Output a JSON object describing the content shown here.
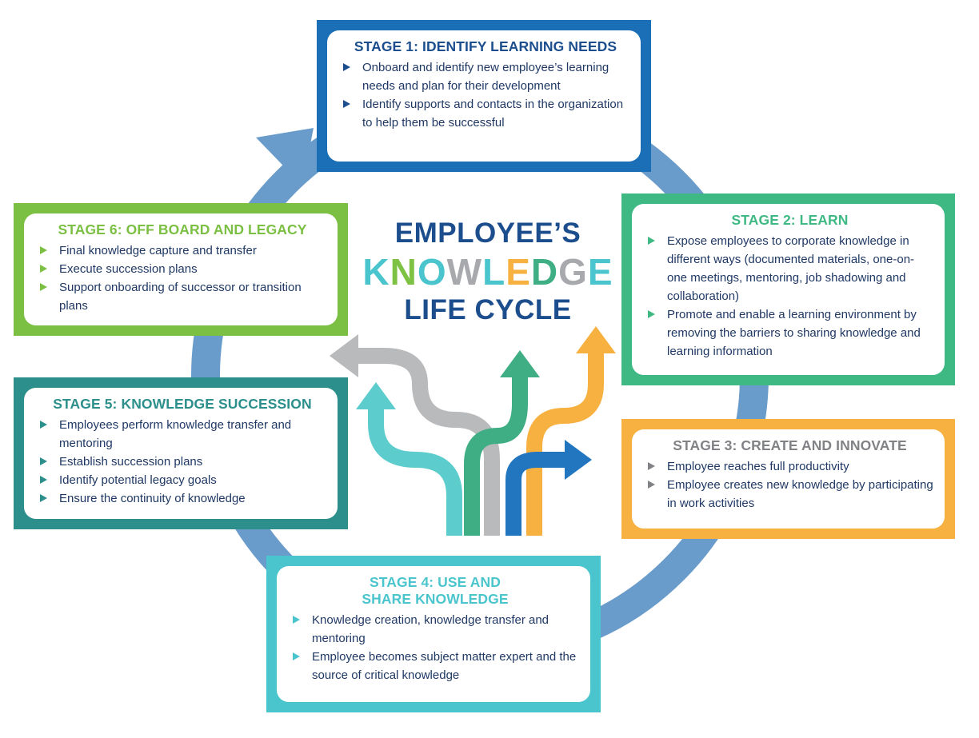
{
  "title": {
    "line1": "EMPLOYEE’S",
    "line2_letters": [
      {
        "ch": "K",
        "color": "#4bc5cd"
      },
      {
        "ch": "N",
        "color": "#7dc242"
      },
      {
        "ch": "O",
        "color": "#4bc5cd"
      },
      {
        "ch": "W",
        "color": "#a7a9ac"
      },
      {
        "ch": "L",
        "color": "#4bc5cd"
      },
      {
        "ch": "E",
        "color": "#f6b141"
      },
      {
        "ch": "D",
        "color": "#3fae84"
      },
      {
        "ch": "G",
        "color": "#a7a9ac"
      },
      {
        "ch": "E",
        "color": "#4bc5cd"
      }
    ],
    "line3": "LIFE CYCLE"
  },
  "colors": {
    "cycle_ring": "#6a9ccb",
    "stage1": "#1a6fb7",
    "stage2": "#3fb983",
    "stage3": "#f6b141",
    "stage4": "#4bc5cd",
    "stage5": "#2c8f8c",
    "stage6": "#7bbf43",
    "path_gray": "#b9babc",
    "path_teal": "#5ccccc",
    "path_green": "#3fae84",
    "path_blue": "#2276c0",
    "path_orange": "#f6b141"
  },
  "stages": {
    "s1": {
      "title": "STAGE 1: IDENTIFY LEARNING NEEDS",
      "bullets": [
        "Onboard and identify new employee’s learning needs and plan for their development",
        "Identify supports and contacts in the organization to help them be successful"
      ]
    },
    "s2": {
      "title": "STAGE 2: LEARN",
      "bullets": [
        "Expose employees to corporate knowledge in different ways (documented materials, one-on-one meetings, mentoring, job shadowing and collaboration)",
        "Promote and enable a learning environment by removing the barriers to sharing knowledge and learning information"
      ]
    },
    "s3": {
      "title": "STAGE 3: CREATE AND INNOVATE",
      "bullets": [
        "Employee reaches full productivity",
        "Employee creates new knowledge by participating in work activities"
      ]
    },
    "s4": {
      "title": "STAGE 4: USE AND SHARE KNOWLEDGE",
      "bullets": [
        "Knowledge creation, knowledge transfer and mentoring",
        "Employee becomes subject matter expert and the source of critical knowledge"
      ]
    },
    "s5": {
      "title": "STAGE 5: KNOWLEDGE SUCCESSION",
      "bullets": [
        "Employees perform knowledge transfer and mentoring",
        "Establish succession plans",
        "Identify potential legacy goals",
        "Ensure the continuity of knowledge"
      ]
    },
    "s6": {
      "title": "STAGE 6: OFF BOARD AND LEGACY",
      "bullets": [
        "Final knowledge capture and transfer",
        "Execute succession plans",
        "Support onboarding of successor or transition plans"
      ]
    }
  }
}
